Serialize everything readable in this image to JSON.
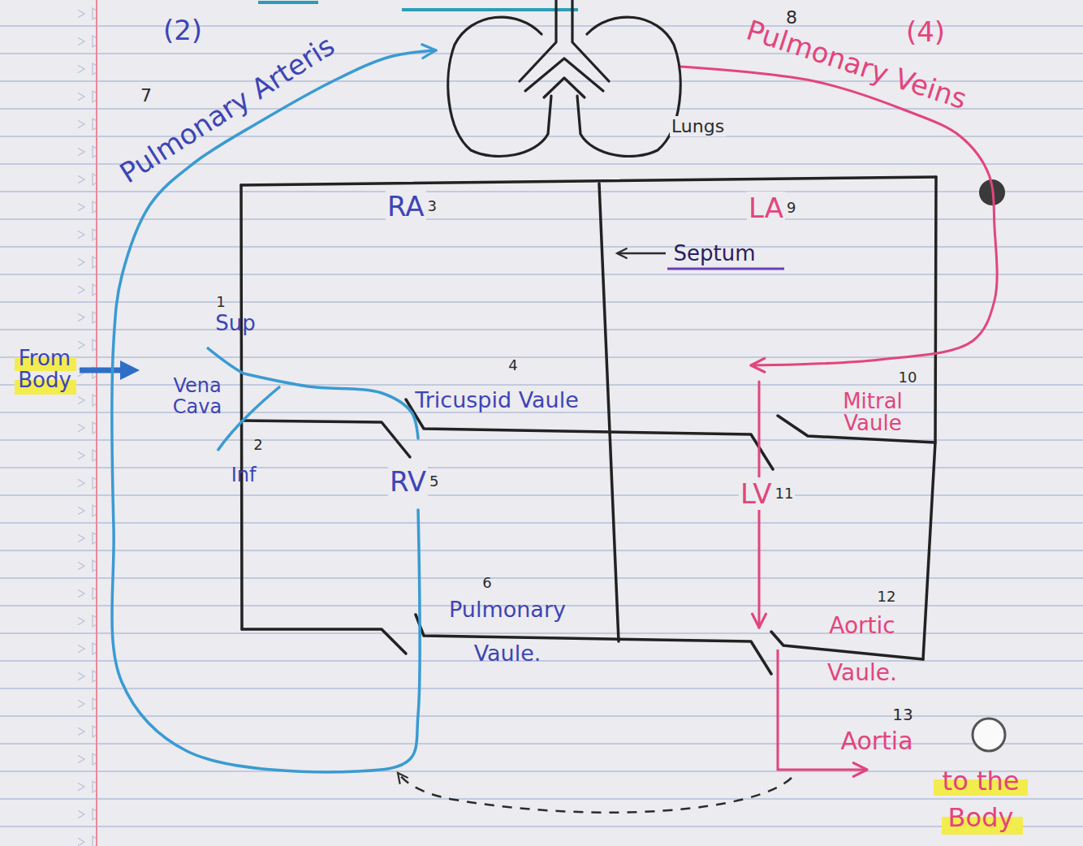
{
  "diagram": {
    "nodes": [
      {
        "text": [
          "Lungs"
        ]
      },
      {
        "text": [
          "RA",
          "3"
        ]
      },
      {
        "text": [
          "LA",
          "9"
        ]
      },
      {
        "text": [
          "RV",
          "5"
        ]
      },
      {
        "text": [
          "LV",
          "11"
        ]
      }
    ],
    "edges": [
      {
        "from": 1,
        "to": 3,
        "arrow": "none"
      },
      {
        "from": 3,
        "to": 0,
        "arrow": "to"
      },
      {
        "from": 0,
        "to": 2,
        "arrow": "to"
      },
      {
        "from": 2,
        "to": 4,
        "arrow": "to"
      }
    ],
    "labels": [
      "(2)",
      "7",
      "Pulmonary Arteris",
      "8",
      "(4)",
      "Pulmonary Veins",
      "Septum",
      "1",
      "Sup",
      "Vena Cava",
      "2",
      "Inf",
      "4",
      "Tricuspid Vaule",
      "6",
      "Pulmonary Vaule.",
      "10",
      "Mitral Vaule",
      "12",
      "Aortic Vaule.",
      "13",
      "Aortia",
      "to the Body",
      "From Body"
    ]
  }
}
